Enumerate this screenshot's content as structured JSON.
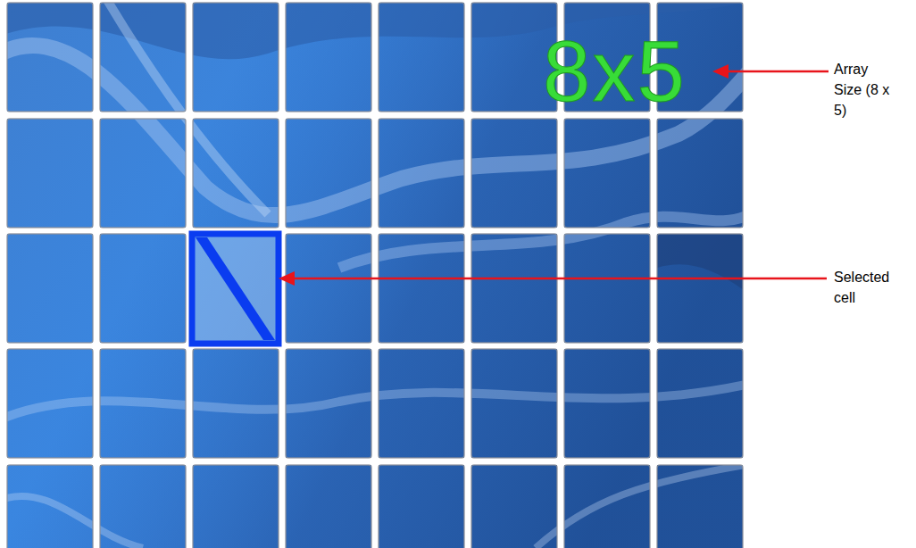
{
  "diagram": {
    "labels": [
      "8x5",
      "Array Size (8 x 5)",
      "Selected cell"
    ]
  }
}
